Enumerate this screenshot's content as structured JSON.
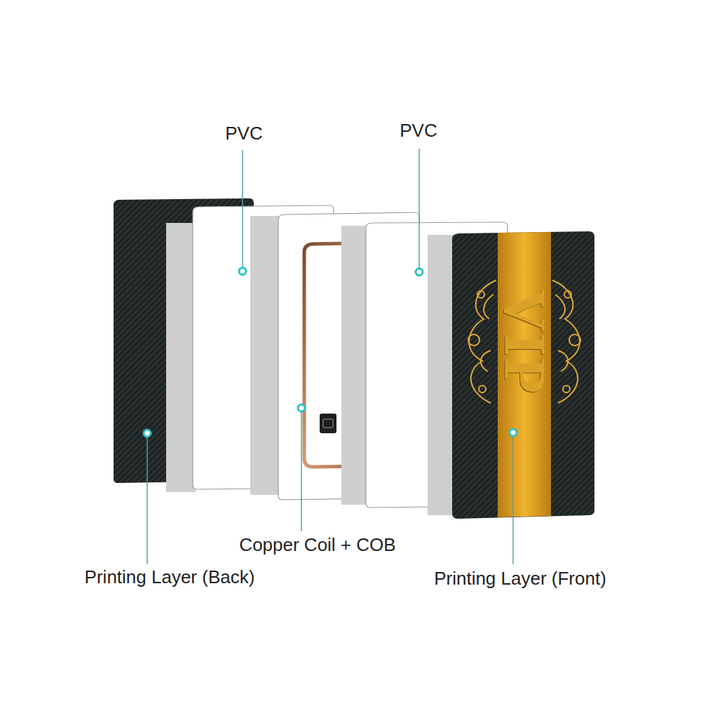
{
  "diagram": {
    "labels": [
      "PVC",
      "PVC",
      "Copper Coil + COB",
      "Printing Layer (Back)",
      "Printing Layer (Front)",
      "VIP"
    ]
  }
}
